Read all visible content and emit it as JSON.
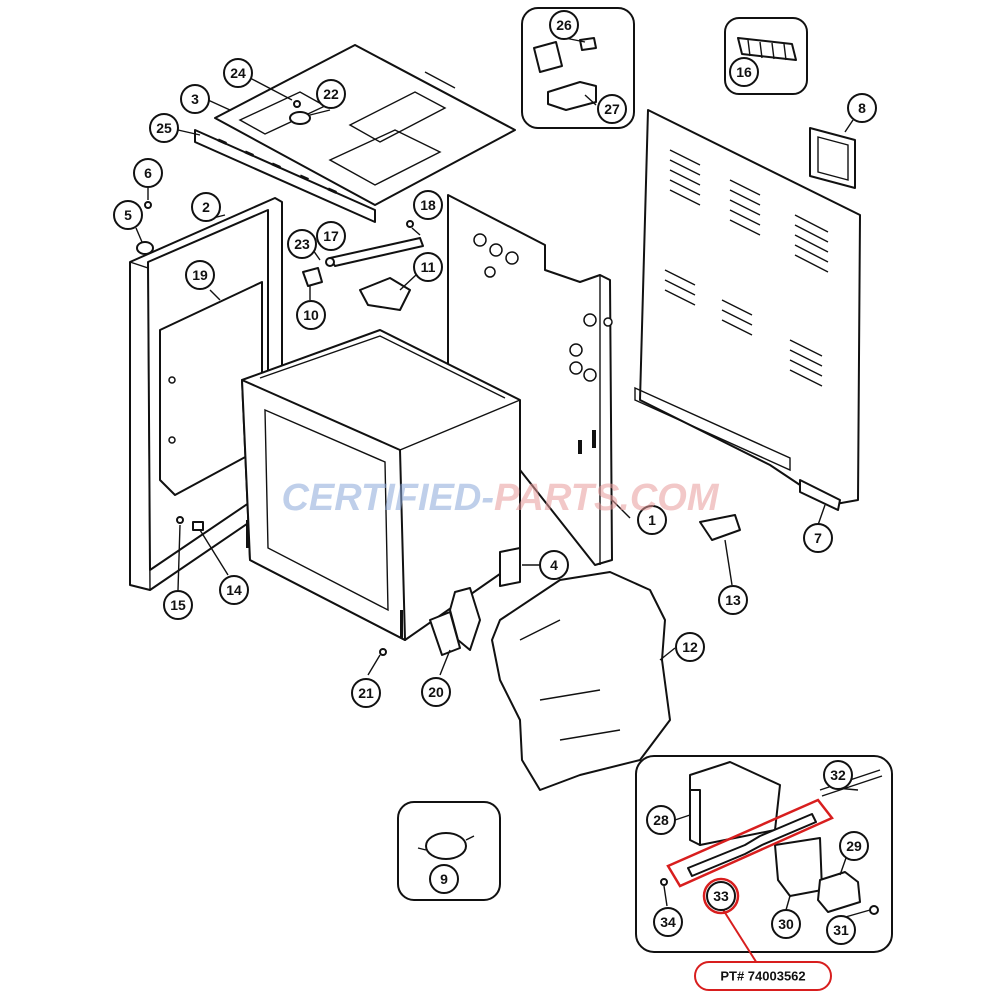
{
  "watermark": {
    "part1": "CERTIFIED-",
    "part2": "PARTS.COM",
    "color1": "#8aa8d8",
    "color2": "#e89a9a"
  },
  "highlight_color": "#d81e1e",
  "part_number_label": "PT# 74003562",
  "callouts": [
    "1",
    "2",
    "3",
    "4",
    "5",
    "6",
    "7",
    "8",
    "9",
    "10",
    "11",
    "12",
    "13",
    "14",
    "15",
    "16",
    "17",
    "18",
    "19",
    "20",
    "21",
    "22",
    "23",
    "24",
    "25",
    "26",
    "27",
    "28",
    "29",
    "30",
    "31",
    "32",
    "33",
    "34"
  ]
}
